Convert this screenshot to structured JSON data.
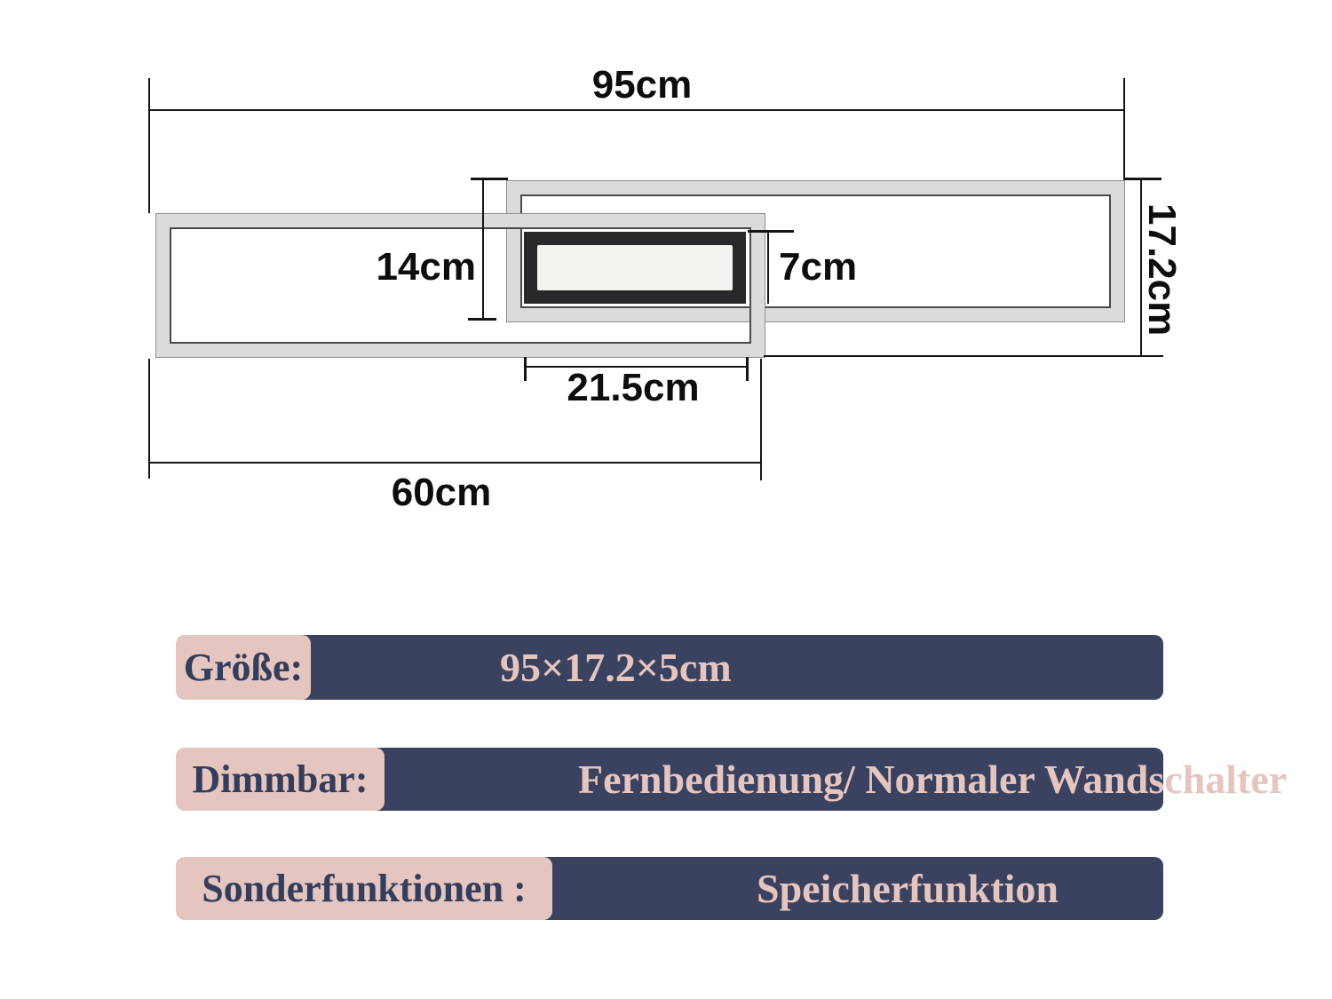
{
  "diagram": {
    "dimensions": {
      "total_width": "95cm",
      "frame_height": "14cm",
      "driver_height": "7cm",
      "total_height": "17.2cm",
      "driver_width": "21.5cm",
      "lower_frame_width": "60cm"
    }
  },
  "specs": [
    {
      "label": "Größe:",
      "value": "95×17.2×5cm"
    },
    {
      "label": "Dimmbar:",
      "value": "Fernbedienung/ Normaler Wandschalter"
    },
    {
      "label": "Sonderfunktionen :",
      "value": "Speicherfunktion"
    }
  ],
  "colors": {
    "bar_navy": "#3a4260",
    "bar_pink": "#e4c5c0",
    "label_text": "#343d5b",
    "line": "#141414",
    "frame_silver": "#dbdbdb",
    "frame_edge": "#8f8f8f",
    "frame_inner_edge": "#4a4a4a",
    "driver_black": "#29292b",
    "panel_white": "#f4f3ef"
  }
}
